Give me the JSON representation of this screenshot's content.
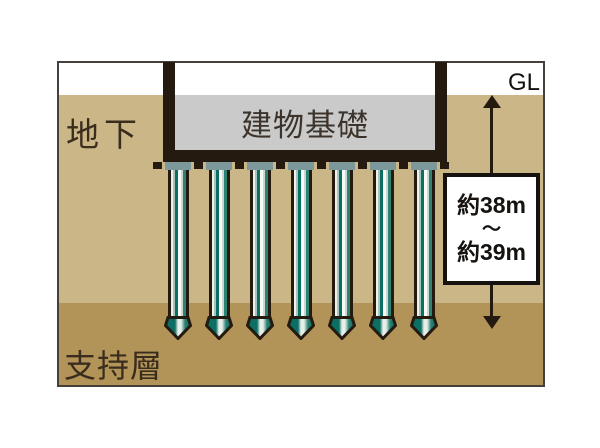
{
  "labels": {
    "ground_level": "GL",
    "underground": "地下",
    "building_foundation": "建物基礎",
    "support_layer": "支持層"
  },
  "measurement": {
    "line1": "約38m",
    "line2": "～",
    "line3": "約39m"
  },
  "piles": {
    "count": 7
  },
  "colors": {
    "soil_upper": "#cbb687",
    "soil_support": "#b29459",
    "foundation_slab": "#cacaca",
    "structure": "#241a10",
    "pile_cap": "#7d989b",
    "pile_teal": "#0c6f63"
  }
}
